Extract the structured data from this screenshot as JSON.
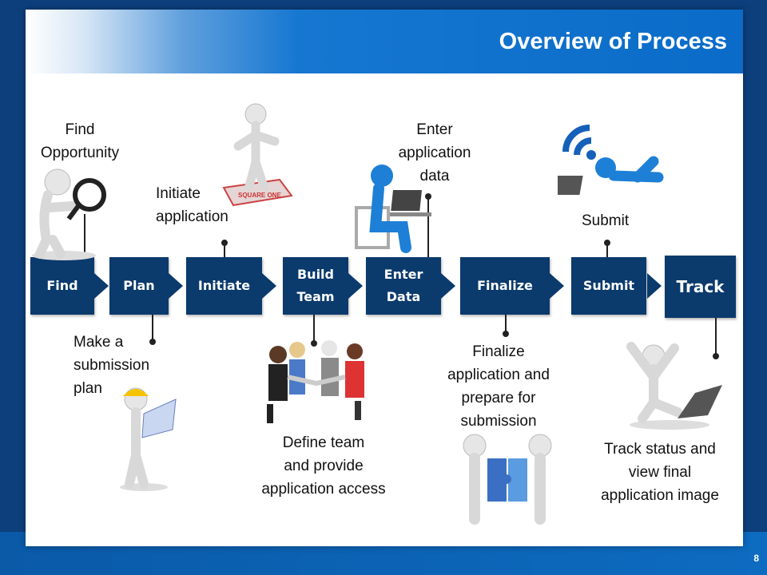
{
  "slide": {
    "title": "Overview of Process",
    "number": "8"
  },
  "steps": [
    {
      "id": "find",
      "label": "Find"
    },
    {
      "id": "plan",
      "label": "Plan"
    },
    {
      "id": "initiate",
      "label": "Initiate"
    },
    {
      "id": "build_team",
      "label": "Build\nTeam"
    },
    {
      "id": "enter_data",
      "label": "Enter\nData"
    },
    {
      "id": "finalize",
      "label": "Finalize"
    },
    {
      "id": "submit",
      "label": "Submit"
    },
    {
      "id": "track",
      "label": "Track"
    }
  ],
  "descriptions": {
    "find": "Find\nOpportunity",
    "plan": "Make a\nsubmission\nplan",
    "initiate": "Initiate\napplication",
    "build_team": "Define team\nand provide\napplication access",
    "enter_data": "Enter\napplication\ndata",
    "finalize": "Finalize\napplication and\nprepare for\nsubmission",
    "submit": "Submit",
    "track": "Track status and\nview final\napplication image"
  },
  "colors": {
    "step_box": "#0b3a6d",
    "header": "#0a6cc8",
    "background": "#0c3f7c"
  },
  "sign_text": "SQUARE ONE",
  "illustrations": [
    "magnifier-figure",
    "square-one-figure",
    "worker-blueprint-figure",
    "team-handshake-figure",
    "computer-user-figure",
    "puzzle-figure",
    "wifi-laptop-figure",
    "celebrating-laptop-figure"
  ]
}
